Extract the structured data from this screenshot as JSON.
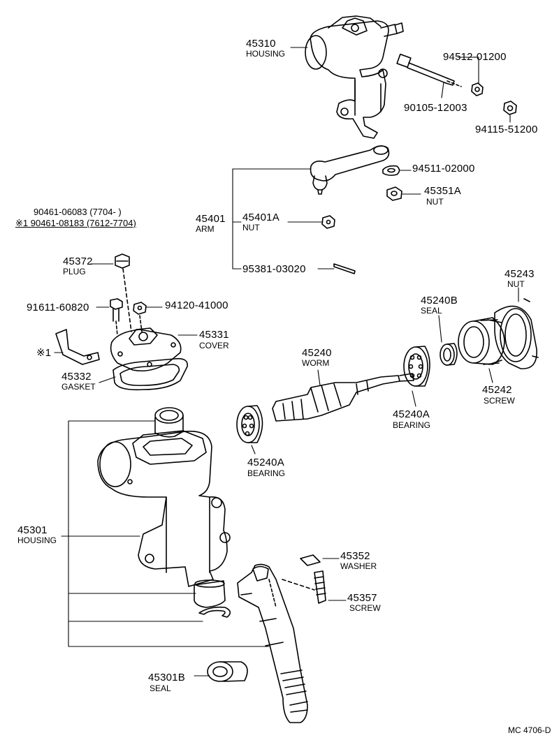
{
  "parts": {
    "housing_upper": {
      "num": "45310",
      "name": "HOUSING"
    },
    "bolt": {
      "num": "94512-01200"
    },
    "pin": {
      "num": "90105-12003"
    },
    "nut_top": {
      "num": "94115-51200"
    },
    "washer_arm": {
      "num": "94511-02000"
    },
    "nut_arm": {
      "num": "45351A",
      "name": "NUT"
    },
    "arm": {
      "num": "45401",
      "name": "ARM"
    },
    "arm_nut": {
      "num": "45401A",
      "name": "NUT"
    },
    "cotter": {
      "num": "95381-03020"
    },
    "note_a": {
      "text": "90461-06083 (7704-        )"
    },
    "note_b": {
      "text": "※1 90461-08183 (7612-7704)"
    },
    "plug": {
      "num": "45372",
      "name": "PLUG"
    },
    "bolt_cover": {
      "num": "91611-60820"
    },
    "nut_cover": {
      "num": "94120-41000"
    },
    "cover": {
      "num": "45331",
      "name": "COVER"
    },
    "mark1": {
      "text": "※1"
    },
    "gasket": {
      "num": "45332",
      "name": "GASKET"
    },
    "adj_nut": {
      "num": "45243",
      "name": "NUT"
    },
    "seal_b": {
      "num": "45240B",
      "name": "SEAL"
    },
    "worm": {
      "num": "45240",
      "name": "WORM"
    },
    "bearing_a": {
      "num": "45240A",
      "name": "BEARING"
    },
    "screw_adj": {
      "num": "45242",
      "name": "SCREW"
    },
    "bearing_b": {
      "num": "45240A",
      "name": "BEARING"
    },
    "housing_lower": {
      "num": "45301",
      "name": "HOUSING"
    },
    "washer": {
      "num": "45352",
      "name": "WASHER"
    },
    "screw": {
      "num": "45357",
      "name": "SCREW"
    },
    "seal_bottom": {
      "num": "45301B",
      "name": "SEAL"
    }
  },
  "footer": {
    "code": "MC 4706-D"
  }
}
